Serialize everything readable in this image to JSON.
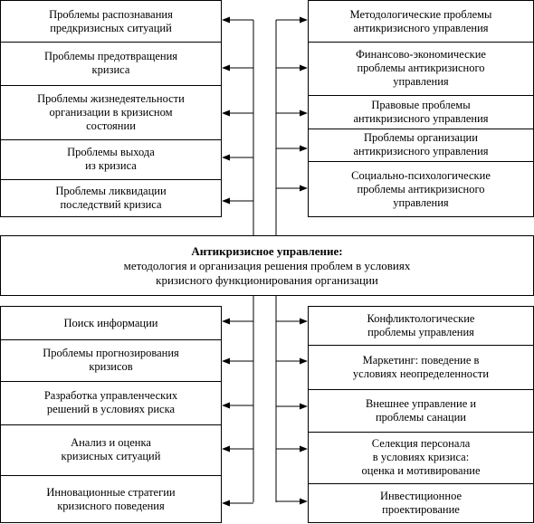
{
  "top_left": [
    "Проблемы распознавания\nпредкризисных ситуаций",
    "Проблемы предотвращения\nкризиса",
    "Проблемы жизнедеятельности\nорганизации в кризисном\nсостоянии",
    "Проблемы выхода\nиз кризиса",
    "Проблемы ликвидации\nпоследствий кризиса"
  ],
  "top_right": [
    "Методологические проблемы\nантикризисного управления",
    "Финансово-экономические\nпроблемы антикризисного\nуправления",
    "Правовые проблемы\nантикризисного управления",
    "Проблемы организации\nантикризисного управления",
    "Социально-психологические\nпроблемы антикризисного\nуправления"
  ],
  "center": {
    "title": "Антикризисное управление:",
    "line1": "методология и организация решения проблем в условиях",
    "line2": "кризисного функционирования организации"
  },
  "bottom_left": [
    "Поиск информации",
    "Проблемы прогнозирования\nкризисов",
    "Разработка управленческих\nрешений в условиях риска",
    "Анализ и оценка\nкризисных ситуаций",
    "Инновационные стратегии\nкризисного поведения"
  ],
  "bottom_right": [
    "Конфликтологические\nпроблемы управления",
    "Маркетинг: поведение  в\nусловиях неопределенности",
    "Внешнее управление и\nпроблемы санации",
    "Селекция персонала\nв условиях кризиса:\nоценка и мотивирование",
    "Инвестиционное\nпроектирование"
  ]
}
